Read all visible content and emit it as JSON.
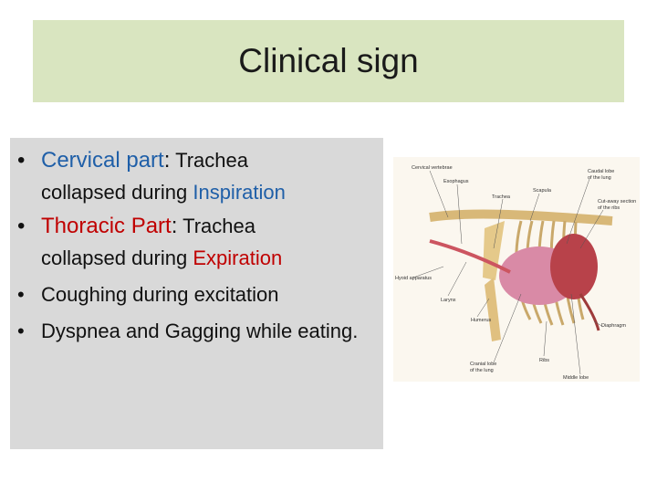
{
  "slide": {
    "title": "Clinical sign",
    "colors": {
      "title_bg": "#d9e5c0",
      "content_bg": "#d9d9d9",
      "blue": "#1f5fa8",
      "red": "#c00000"
    },
    "bullets": [
      {
        "term": "Cervical part",
        "colon": ":",
        "text1": " Trachea",
        "text2": "collapsed during ",
        "phase": "Inspiration"
      },
      {
        "term": "Thoracic Part",
        "colon": ":",
        "text1": " Trachea",
        "text2": "collapsed during ",
        "phase": "Expiration"
      },
      {
        "text": "Coughing during excitation"
      },
      {
        "text": "Dyspnea and Gagging while eating."
      }
    ]
  },
  "figure": {
    "labels": {
      "cervical_vertebrae": "Cervical vertebrae",
      "esophagus": "Esophagus",
      "trachea": "Trachea",
      "scapula": "Scapula",
      "caudal_lobe": "Caudal lobe",
      "caudal_lobe_2": "of the lung",
      "cut_away": "Cut-away section",
      "cut_away_2": "of the ribs",
      "hyoid": "Hyoid apparatus",
      "larynx": "Larynx",
      "humerus": "Humerus",
      "diaphragm": "Diaphragm",
      "ribs": "Ribs",
      "cranial_lobe": "Cranial lobe",
      "cranial_lobe_2": "of the lung",
      "middle_lobe": "Middle lobe"
    }
  }
}
